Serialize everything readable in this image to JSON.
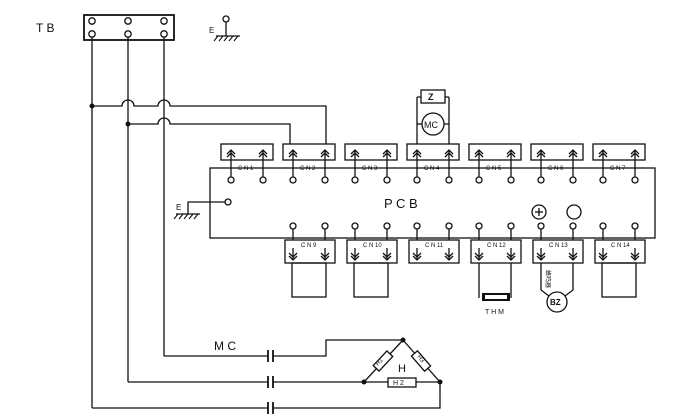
{
  "labels": {
    "tb": "T B",
    "ground_top": "E",
    "ground_left": "E",
    "pcb": "P C B",
    "mc_top": "MC",
    "z": "Z",
    "mc_bottom": "M C",
    "h": "H",
    "h1": "H1",
    "h2": "H 2",
    "h3": "H3",
    "thm": "T H M",
    "bz": "BZ",
    "bz_side": "蜂鸣器"
  },
  "connectors_top": [
    "C N 1",
    "C N 2",
    "C N 3",
    "C N 4",
    "C N 5",
    "C N 6",
    "C N 7"
  ],
  "connectors_bottom": [
    "C N 9",
    "C N 10",
    "C N 11",
    "C N 12",
    "C N 13",
    "C N 14"
  ],
  "colors": {
    "line": "#111111",
    "background": "#ffffff"
  }
}
